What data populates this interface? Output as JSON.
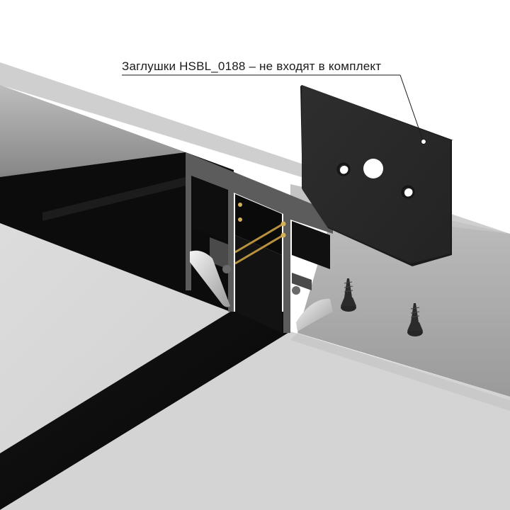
{
  "callout": {
    "label": "Заглушки HSBL_0188 – не входят в комплект"
  },
  "illustration": {
    "subject": "recessed magnetic track profile with end caps",
    "parts": [
      {
        "name": "end-cap-plate",
        "color": "#2a2a2a",
        "holes": 3
      },
      {
        "name": "track-profile",
        "color": "#111111"
      },
      {
        "name": "profile-frame",
        "color": "#5a5a5a"
      },
      {
        "name": "busbar-conductors",
        "color": "#b8913e",
        "count": 2
      },
      {
        "name": "screws",
        "color": "#2b2b2b",
        "count": 2
      },
      {
        "name": "ceiling-surface",
        "color": "#d6d6d6"
      }
    ]
  }
}
